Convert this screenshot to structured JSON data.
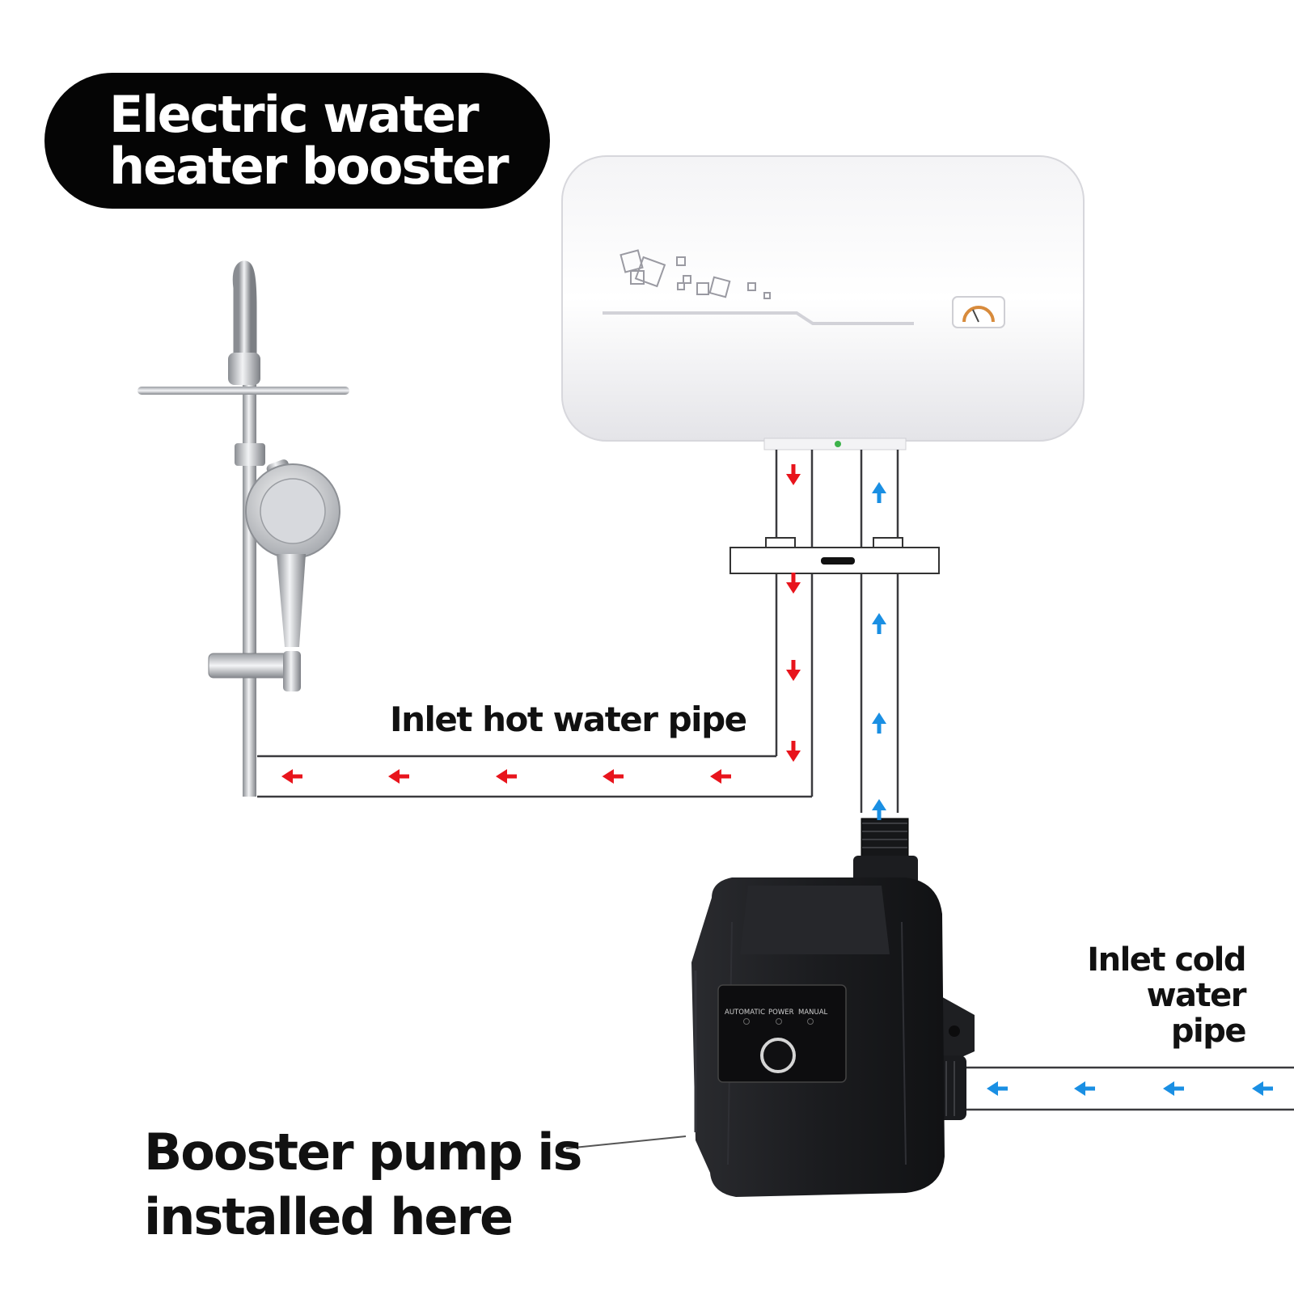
{
  "title": {
    "line1": "Electric water",
    "line2": "heater booster"
  },
  "labels": {
    "hot_pipe": "Inlet hot water pipe",
    "cold_pipe_line1": "Inlet cold water",
    "cold_pipe_line2": "pipe",
    "booster_line1": "Booster pump is",
    "booster_line2": "installed here"
  },
  "pump_panel": {
    "automatic": "AUTOMATIC",
    "power": "POWER",
    "manual": "MANUAL"
  },
  "colors": {
    "hot_arrow": "#e8141c",
    "cold_arrow": "#1a8fe3",
    "pump_body": "#1c1d20",
    "title_bg": "#050505"
  }
}
